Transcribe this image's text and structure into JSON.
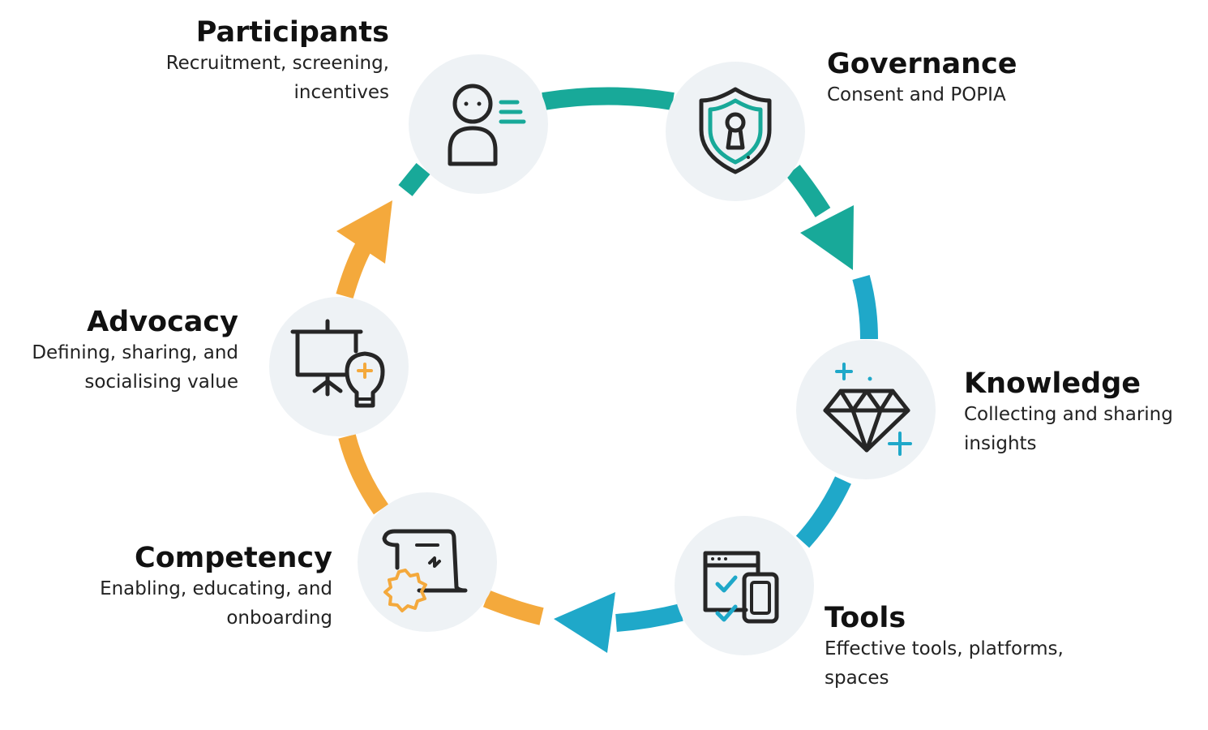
{
  "colors": {
    "teal": "#18A999",
    "blue": "#1FA8C9",
    "orange": "#F4A93C",
    "dark": "#262626",
    "circle_fill": "#EEF2F5"
  },
  "stages": [
    {
      "key": "participants",
      "title": "Participants",
      "desc_lines": [
        "Recruitment, screening,",
        "incentives"
      ],
      "icon": "person-list-icon"
    },
    {
      "key": "governance",
      "title": "Governance",
      "desc_lines": [
        "Consent and POPIA"
      ],
      "icon": "shield-keyhole-icon"
    },
    {
      "key": "knowledge",
      "title": "Knowledge",
      "desc_lines": [
        "Collecting and sharing",
        "insights"
      ],
      "icon": "diamond-icon"
    },
    {
      "key": "tools",
      "title": "Tools",
      "desc_lines": [
        "Effective tools, platforms,",
        "spaces"
      ],
      "icon": "browser-devices-icon"
    },
    {
      "key": "competency",
      "title": "Competency",
      "desc_lines": [
        "Enabling, educating, and",
        "onboarding"
      ],
      "icon": "certificate-icon"
    },
    {
      "key": "advocacy",
      "title": "Advocacy",
      "desc_lines": [
        "Defining, sharing, and",
        "socialising value"
      ],
      "icon": "presentation-idea-icon"
    }
  ]
}
